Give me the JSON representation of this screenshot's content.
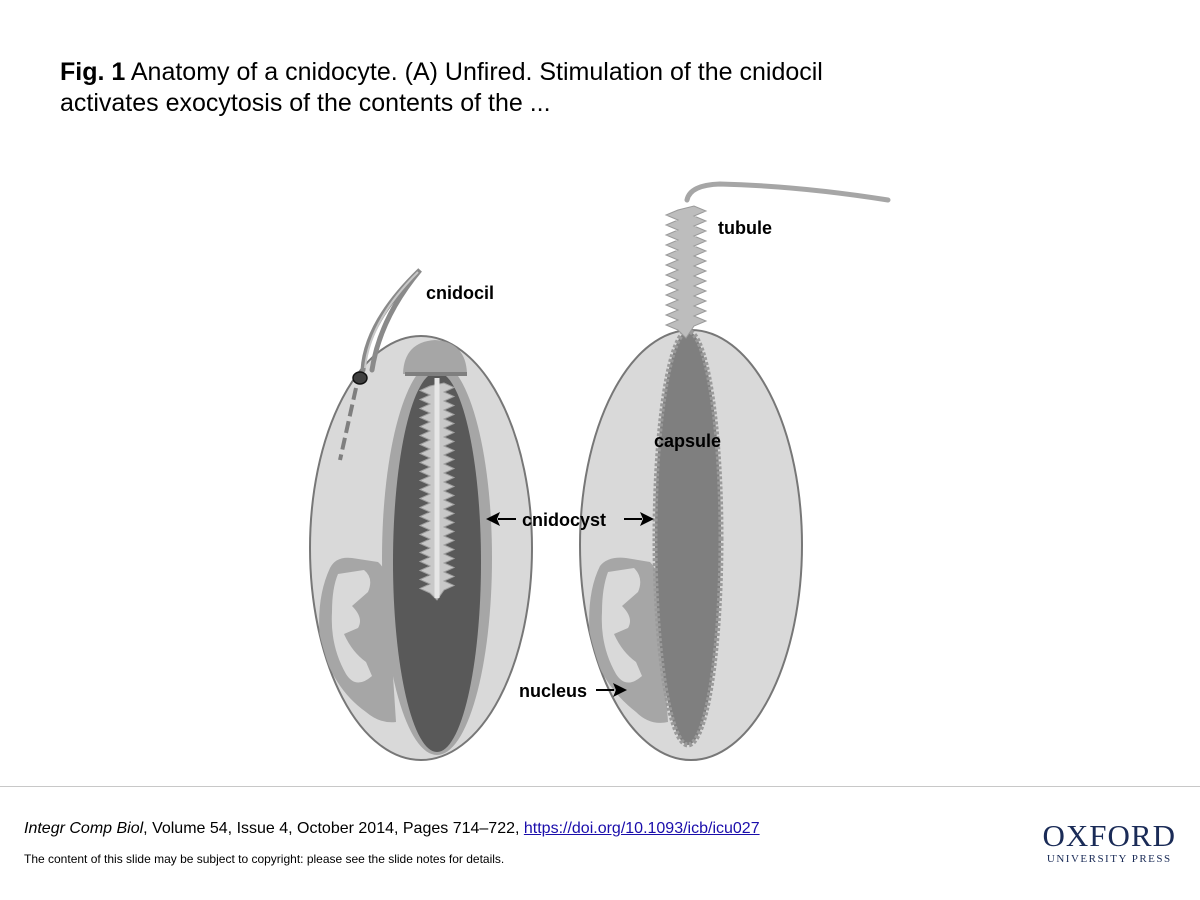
{
  "caption": {
    "fig_label": "Fig. 1",
    "text": " Anatomy of a cnidocyte. (A) Unfired. Stimulation of the cnidocil activates exocytosis of the contents of the ..."
  },
  "figure_labels": {
    "cnidocil": "cnidocil",
    "tubule": "tubule",
    "capsule": "capsule",
    "cnidocyst": "cnidocyst",
    "nucleus": "nucleus"
  },
  "colors": {
    "cell_fill": "#d9d9d9",
    "cell_stroke": "#777777",
    "capsule_wall": "#a6a6a6",
    "capsule_dark": "#595959",
    "capsule_mid": "#7f7f7f",
    "tubule_light": "#c8c8c8"
  },
  "footer": {
    "journal": "Integr Comp Biol",
    "details": ", Volume 54, Issue 4, October 2014, Pages 714–722, ",
    "doi": "https://doi.org/10.1093/icb/icu027",
    "note": "The content of this slide may be subject to copyright: please see the slide notes for details."
  },
  "logo": {
    "name": "OXFORD",
    "subtitle": "UNIVERSITY PRESS"
  }
}
